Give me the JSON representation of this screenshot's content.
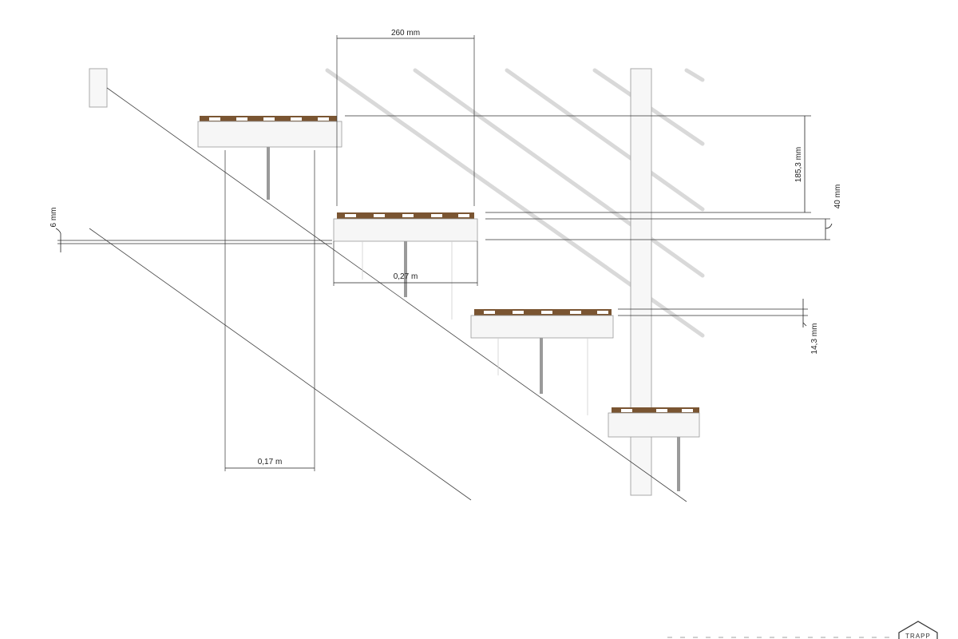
{
  "dimensions": {
    "tread_depth_top": "260 mm",
    "riser_height": "185,3 mm",
    "tread_thickness": "40 mm",
    "gap_small": "6 mm",
    "tread_depth_mid": "0,27 m",
    "recess": "14,3 mm",
    "leg_spacing": "0,17 m"
  },
  "footer": {
    "logo_text": "TRAPP"
  }
}
